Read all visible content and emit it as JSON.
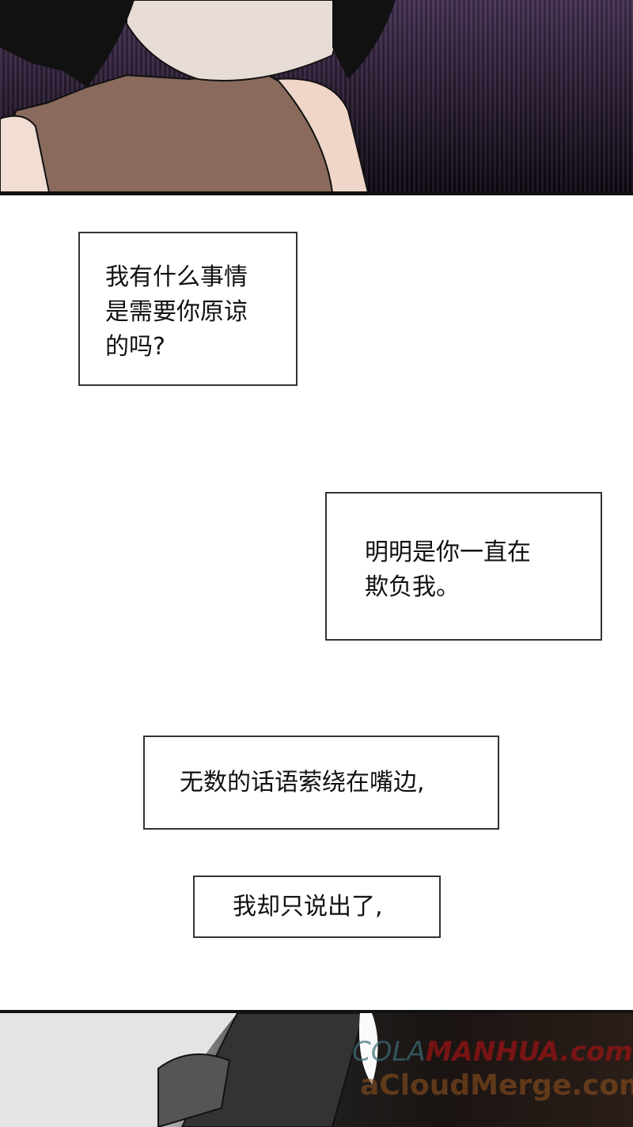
{
  "captions": [
    {
      "lines": [
        "我有什么事情",
        "是需要你原谅",
        "的吗?"
      ]
    },
    {
      "lines": [
        "明明是你一直在",
        "欺负我。"
      ]
    },
    {
      "lines": [
        "无数的话语萦绕在嘴边,"
      ]
    },
    {
      "lines": [
        "我却只说出了,"
      ]
    }
  ],
  "watermark": {
    "prefix": "COLA",
    "brand": "MANHUA.com",
    "line2": "aCloudMerge.com"
  }
}
